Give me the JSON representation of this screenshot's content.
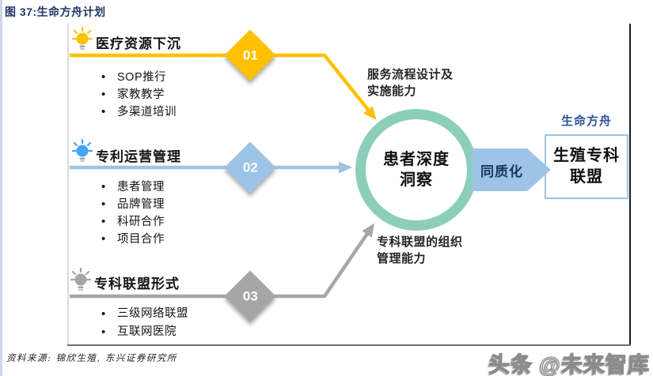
{
  "figure_title": "图 37:生命方舟计划",
  "source_note": "资料来源: 锦欣生殖, 东兴证券研究所",
  "watermark": "头条 @未来智库",
  "colors": {
    "title_navy": "#1F3864",
    "track1_gold": "#FFC000",
    "track2_blue": "#9DC3E6",
    "track3_gray": "#A6A6A6",
    "ring_teal": "#8DCEBA",
    "plan_blue": "#2F5597"
  },
  "tracks": [
    {
      "id": "01",
      "heading": "医疗资源下沉",
      "color": "#FFC000",
      "bullets": [
        "SOP推行",
        "家教教学",
        "多渠道培训"
      ]
    },
    {
      "id": "02",
      "heading": "专利运营管理",
      "color": "#9DC3E6",
      "bullets": [
        "患者管理",
        "品牌管理",
        "科研合作",
        "项目合作"
      ]
    },
    {
      "id": "03",
      "heading": "专科联盟形式",
      "color": "#A6A6A6",
      "bullets": [
        "三级网络联盟",
        "互联网医院"
      ]
    }
  ],
  "center_circle": {
    "line1": "患者深度",
    "line2": "洞察"
  },
  "annotations": {
    "top_line1": "服务流程设计及",
    "top_line2": "实施能力",
    "bottom_line1": "专科联盟的组织",
    "bottom_line2": "管理能力"
  },
  "output": {
    "arrow_label": "同质化",
    "plan_name": "生命方舟",
    "box_line1": "生殖专科",
    "box_line2": "联盟"
  }
}
